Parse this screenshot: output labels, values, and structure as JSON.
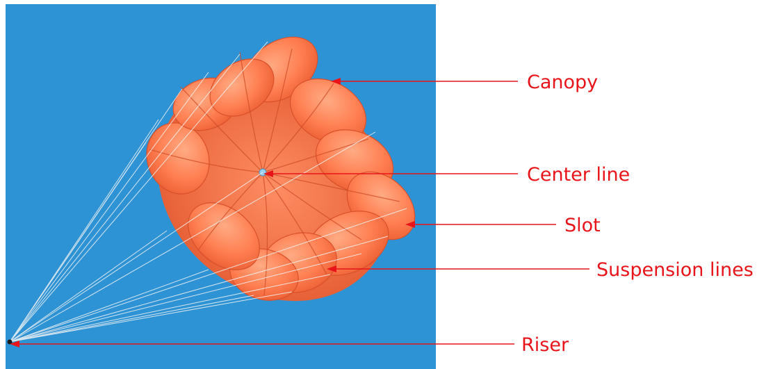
{
  "colors": {
    "sky": "#2e93d4",
    "canopy_light": "#ff9a6e",
    "canopy_mid": "#ff7448",
    "canopy_dark": "#ee5a2c",
    "canopy_shadow": "#d9502b",
    "lines": "#f4f4f4",
    "callout": "#e8141a"
  },
  "labels": {
    "canopy": "Canopy",
    "center_line": "Center line",
    "slot": "Slot",
    "suspension_lines": "Suspension lines",
    "riser": "Riser"
  }
}
